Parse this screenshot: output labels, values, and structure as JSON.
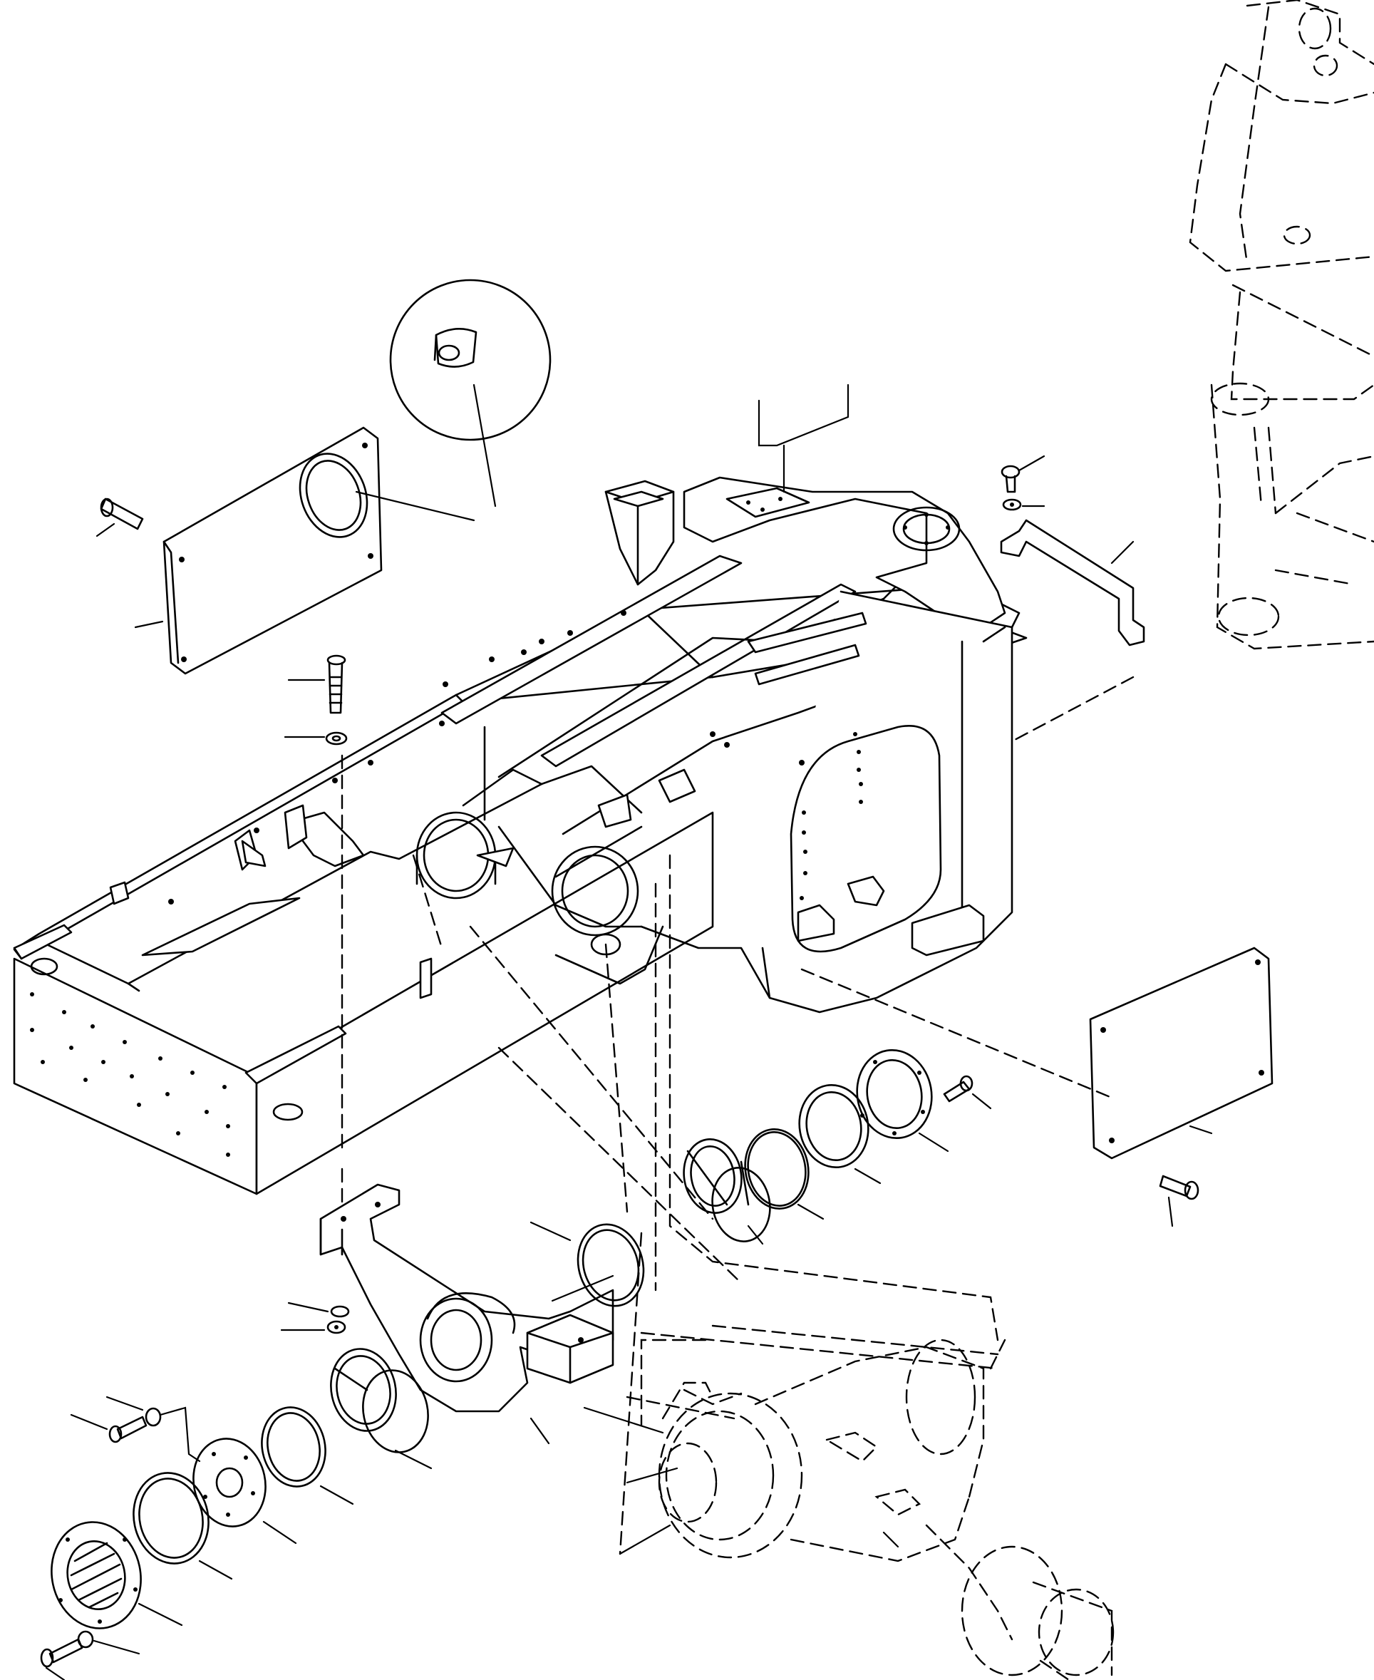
{
  "drawing": {
    "kind": "exploded-parts-diagram",
    "labels": [],
    "colors": {
      "line": "#000000",
      "paper": "#ffffff"
    },
    "parts": [
      "chassis-frame",
      "cover-plate-left",
      "cover-plate-right",
      "detail-inset",
      "bracket",
      "axle-support",
      "rear-axle",
      "bushing",
      "seal-ring",
      "thrust-washer",
      "flange",
      "end-cap",
      "bolt",
      "washer"
    ]
  }
}
